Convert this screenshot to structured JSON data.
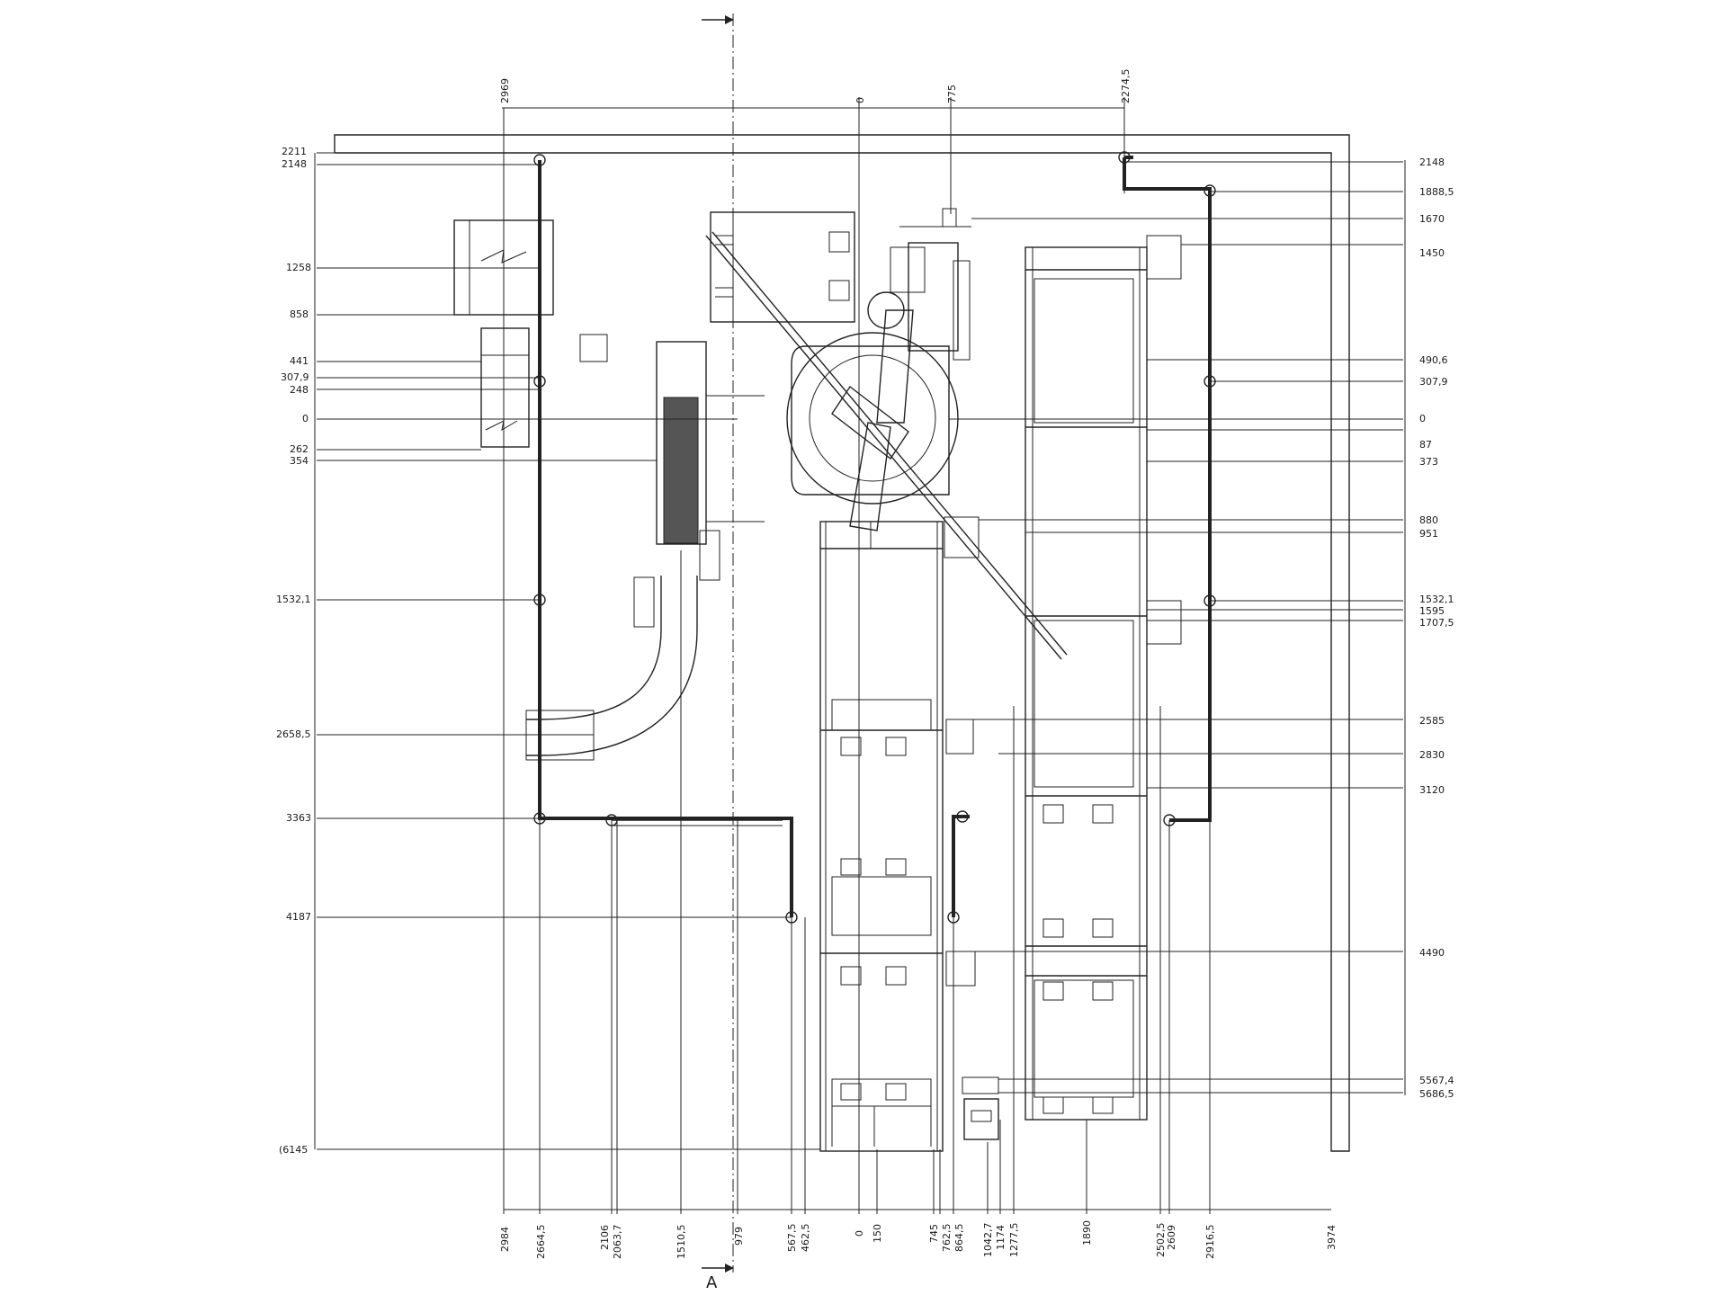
{
  "section_label": "A",
  "dims_left": [
    {
      "key": "l1",
      "text": "2211"
    },
    {
      "key": "l2",
      "text": "2148"
    },
    {
      "key": "l3",
      "text": "1258"
    },
    {
      "key": "l4",
      "text": "858"
    },
    {
      "key": "l5",
      "text": "441"
    },
    {
      "key": "l6",
      "text": "307,9"
    },
    {
      "key": "l7",
      "text": "248"
    },
    {
      "key": "l8",
      "text": "0"
    },
    {
      "key": "l9",
      "text": "262"
    },
    {
      "key": "l10",
      "text": "354"
    },
    {
      "key": "l11",
      "text": "1532,1"
    },
    {
      "key": "l12",
      "text": "2658,5"
    },
    {
      "key": "l13",
      "text": "3363"
    },
    {
      "key": "l14",
      "text": "4187"
    },
    {
      "key": "l15",
      "text": "(6145"
    }
  ],
  "dims_right": [
    {
      "key": "r1",
      "text": "2148"
    },
    {
      "key": "r2",
      "text": "1888,5"
    },
    {
      "key": "r3",
      "text": "1670"
    },
    {
      "key": "r4",
      "text": "1450"
    },
    {
      "key": "r5",
      "text": "490,6"
    },
    {
      "key": "r6",
      "text": "307,9"
    },
    {
      "key": "r7",
      "text": "0"
    },
    {
      "key": "r8",
      "text": "87"
    },
    {
      "key": "r9",
      "text": "373"
    },
    {
      "key": "r10",
      "text": "880"
    },
    {
      "key": "r11",
      "text": "951"
    },
    {
      "key": "r12",
      "text": "1532,1"
    },
    {
      "key": "r13",
      "text": "1595"
    },
    {
      "key": "r14",
      "text": "1707,5"
    },
    {
      "key": "r15",
      "text": "2585"
    },
    {
      "key": "r16",
      "text": "2830"
    },
    {
      "key": "r17",
      "text": "3120"
    },
    {
      "key": "r18",
      "text": "4490"
    },
    {
      "key": "r19",
      "text": "5567,4"
    },
    {
      "key": "r20",
      "text": "5686,5"
    }
  ],
  "dims_top": [
    {
      "key": "t1",
      "text": "2969"
    },
    {
      "key": "t2",
      "text": "0"
    },
    {
      "key": "t3",
      "text": "775"
    },
    {
      "key": "t4",
      "text": "2274,5"
    }
  ],
  "dims_bottom": [
    {
      "key": "b1",
      "text": "2984"
    },
    {
      "key": "b2",
      "text": "2664,5"
    },
    {
      "key": "b3",
      "text": "2106"
    },
    {
      "key": "b4",
      "text": "2063,7"
    },
    {
      "key": "b5",
      "text": "1510,5"
    },
    {
      "key": "b6",
      "text": "979"
    },
    {
      "key": "b7",
      "text": "567,5"
    },
    {
      "key": "b8",
      "text": "462,5"
    },
    {
      "key": "b9",
      "text": "0"
    },
    {
      "key": "b10",
      "text": "150"
    },
    {
      "key": "b11",
      "text": "745"
    },
    {
      "key": "b12",
      "text": "762,5"
    },
    {
      "key": "b13",
      "text": "864,5"
    },
    {
      "key": "b14",
      "text": "1042,7"
    },
    {
      "key": "b15",
      "text": "1174"
    },
    {
      "key": "b16",
      "text": "1277,5"
    },
    {
      "key": "b17",
      "text": "1890"
    },
    {
      "key": "b18",
      "text": "2502,5"
    },
    {
      "key": "b19",
      "text": "2609"
    },
    {
      "key": "b20",
      "text": "2916,5"
    },
    {
      "key": "b21",
      "text": "3974"
    }
  ]
}
